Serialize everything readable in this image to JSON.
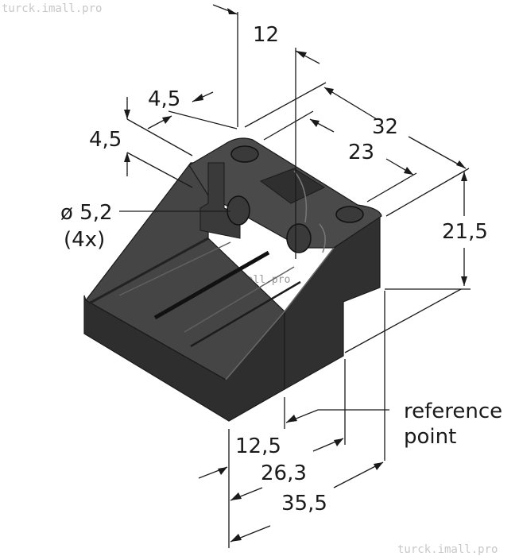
{
  "watermark": {
    "text": "turck.imall.pro"
  },
  "dimensions": {
    "top_offset": "12",
    "hole_offset_x": "4,5",
    "hole_offset_y": "4,5",
    "length_outer": "32",
    "length_inner": "23",
    "height": "21,5",
    "hole_diameter": "ø 5,2",
    "hole_count": "(4x)",
    "base_offset": "12,5",
    "mid_length": "26,3",
    "total_length": "35,5"
  },
  "reference": {
    "line1": "reference",
    "line2": "point"
  },
  "colors": {
    "body": "#3c3c3c",
    "body_dark": "#2a2a2a",
    "body_light": "#5a5a5a",
    "line": "#1a1a1a"
  }
}
